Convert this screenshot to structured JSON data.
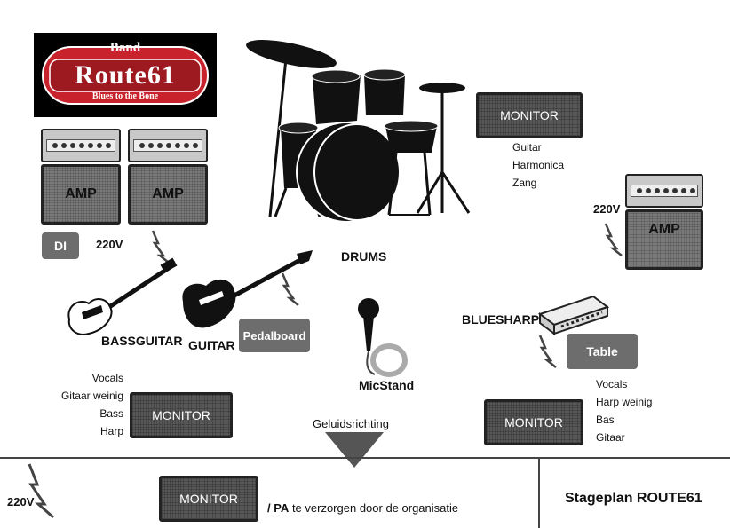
{
  "logo": {
    "top_text": "Band",
    "main_text": "Route61",
    "tagline": "Blues to the Bone"
  },
  "amps": {
    "left_1_label": "AMP",
    "left_2_label": "AMP",
    "right_label": "AMP"
  },
  "di_label": "DI",
  "power": {
    "left_label": "220V",
    "right_label": "220V",
    "bottom_label": "220V"
  },
  "drums_label": "DRUMS",
  "monitors": {
    "top": {
      "label": "MONITOR",
      "lines": [
        "Guitar",
        "Harmonica",
        "Zang"
      ]
    },
    "left": {
      "label": "MONITOR",
      "lines": [
        "Vocals",
        "Gitaar weinig",
        "Bass",
        "Harp"
      ]
    },
    "right": {
      "label": "MONITOR",
      "lines": [
        "Vocals",
        "Harp weinig",
        "Bas",
        "Gitaar"
      ]
    },
    "legend": {
      "label": "MONITOR"
    }
  },
  "instruments": {
    "bass_label": "BASSGUITAR",
    "guitar_label": "GUITAR",
    "pedalboard_label": "Pedalboard",
    "mic_label": "MicStand",
    "bluesharp_label": "BLUESHARP",
    "table_label": "Table"
  },
  "direction_label": "Geluidsrichting",
  "footer": {
    "legend_prefix": "/ PA",
    "legend_text": " te verzorgen door de organisatie",
    "title": "Stageplan ROUTE61"
  }
}
